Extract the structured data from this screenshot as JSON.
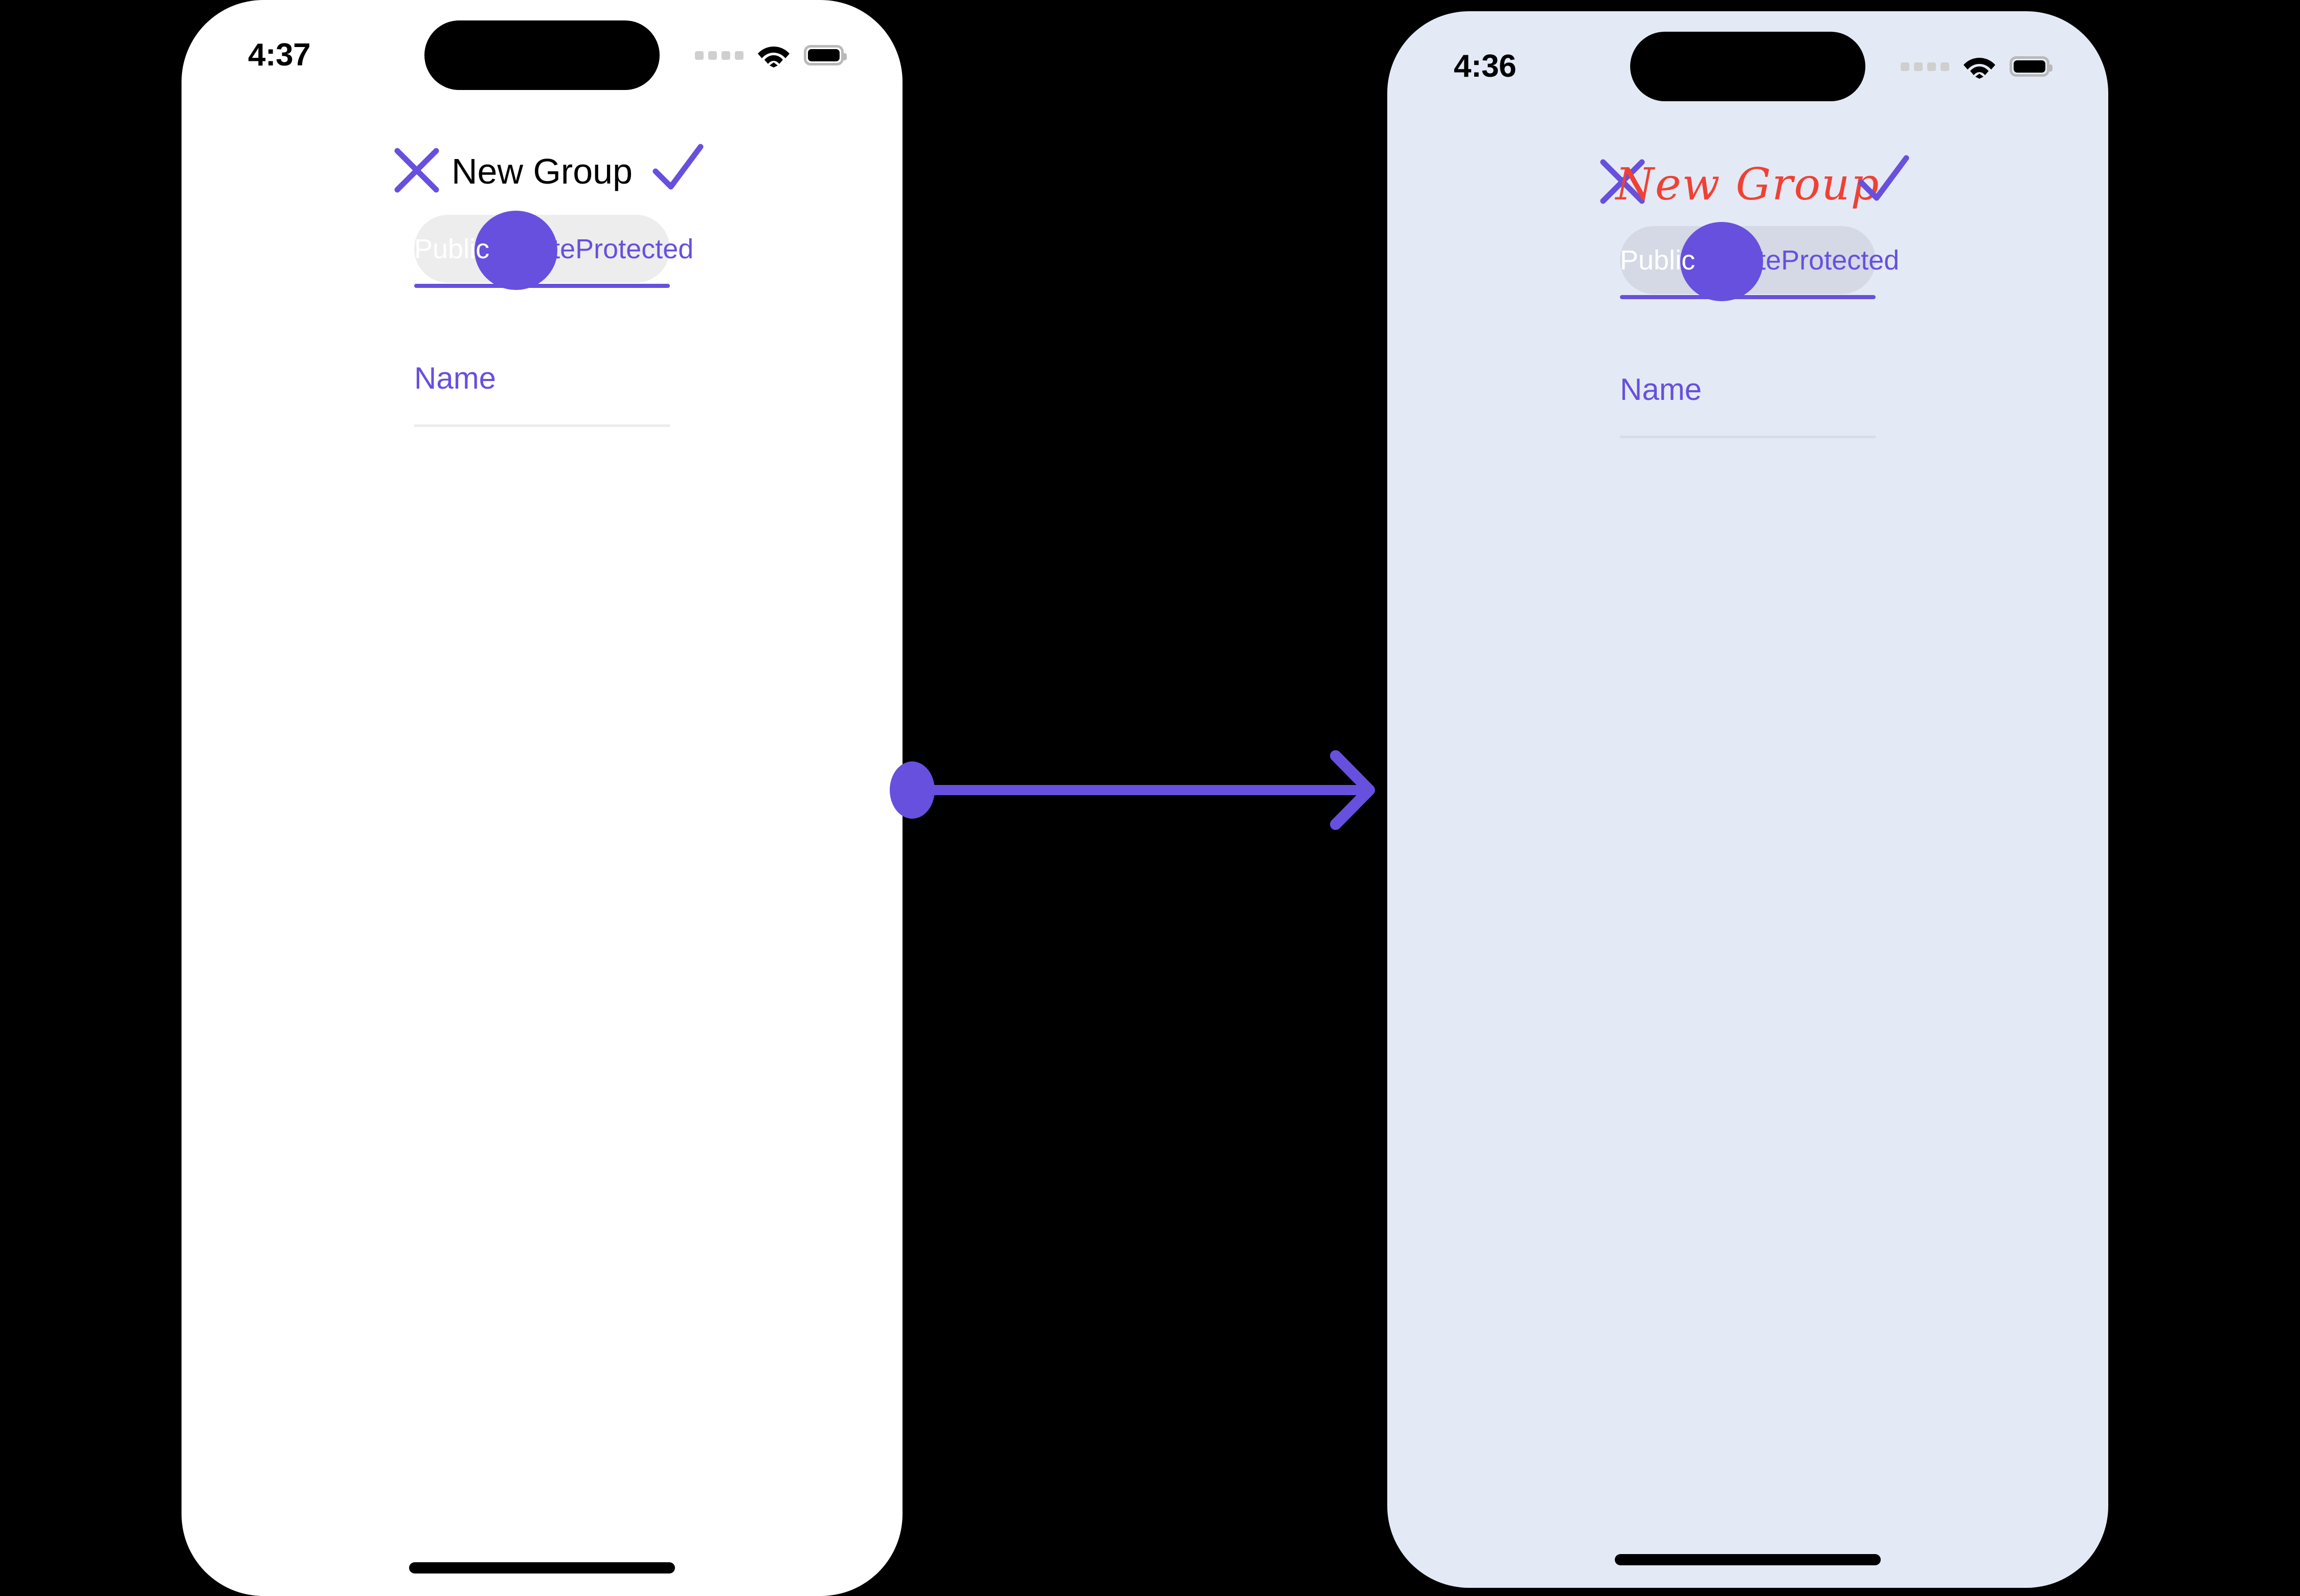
{
  "canvas": {
    "background_color": "#000000",
    "accent_color": "#6750DE"
  },
  "screens": [
    {
      "id": "before",
      "screen_background": "#FFFFFF",
      "status_bar": {
        "time": "4:37",
        "cellular_icon": "cellular-dots-icon",
        "wifi_icon": "wifi-icon",
        "battery_icon": "battery-full-icon"
      },
      "nav": {
        "close_icon": "close-x-icon",
        "title": "New Group",
        "title_color": "#000000",
        "confirm_icon": "checkmark-icon"
      },
      "segmented_control": {
        "track_color": "#EDEDED",
        "selected_index": 0,
        "options": [
          {
            "label": "Public"
          },
          {
            "label": "Private"
          },
          {
            "label": "Protected"
          }
        ]
      },
      "name_field": {
        "placeholder": "Name",
        "value": ""
      }
    },
    {
      "id": "after",
      "screen_background": "#E4EAF5",
      "status_bar": {
        "time": "4:36",
        "cellular_icon": "cellular-dots-icon",
        "wifi_icon": "wifi-icon",
        "battery_icon": "battery-full-icon"
      },
      "nav": {
        "close_icon": "close-x-icon",
        "title": "New Group",
        "title_color": "#F04134",
        "confirm_icon": "checkmark-icon"
      },
      "segmented_control": {
        "track_color": "#D4D9E5",
        "selected_index": 0,
        "options": [
          {
            "label": "Public"
          },
          {
            "label": "Private"
          },
          {
            "label": "Protected"
          }
        ]
      },
      "name_field": {
        "placeholder": "Name",
        "value": ""
      }
    }
  ],
  "connector": {
    "icon": "arrow-right-icon",
    "color": "#6750DE",
    "direction": "left-to-right"
  }
}
